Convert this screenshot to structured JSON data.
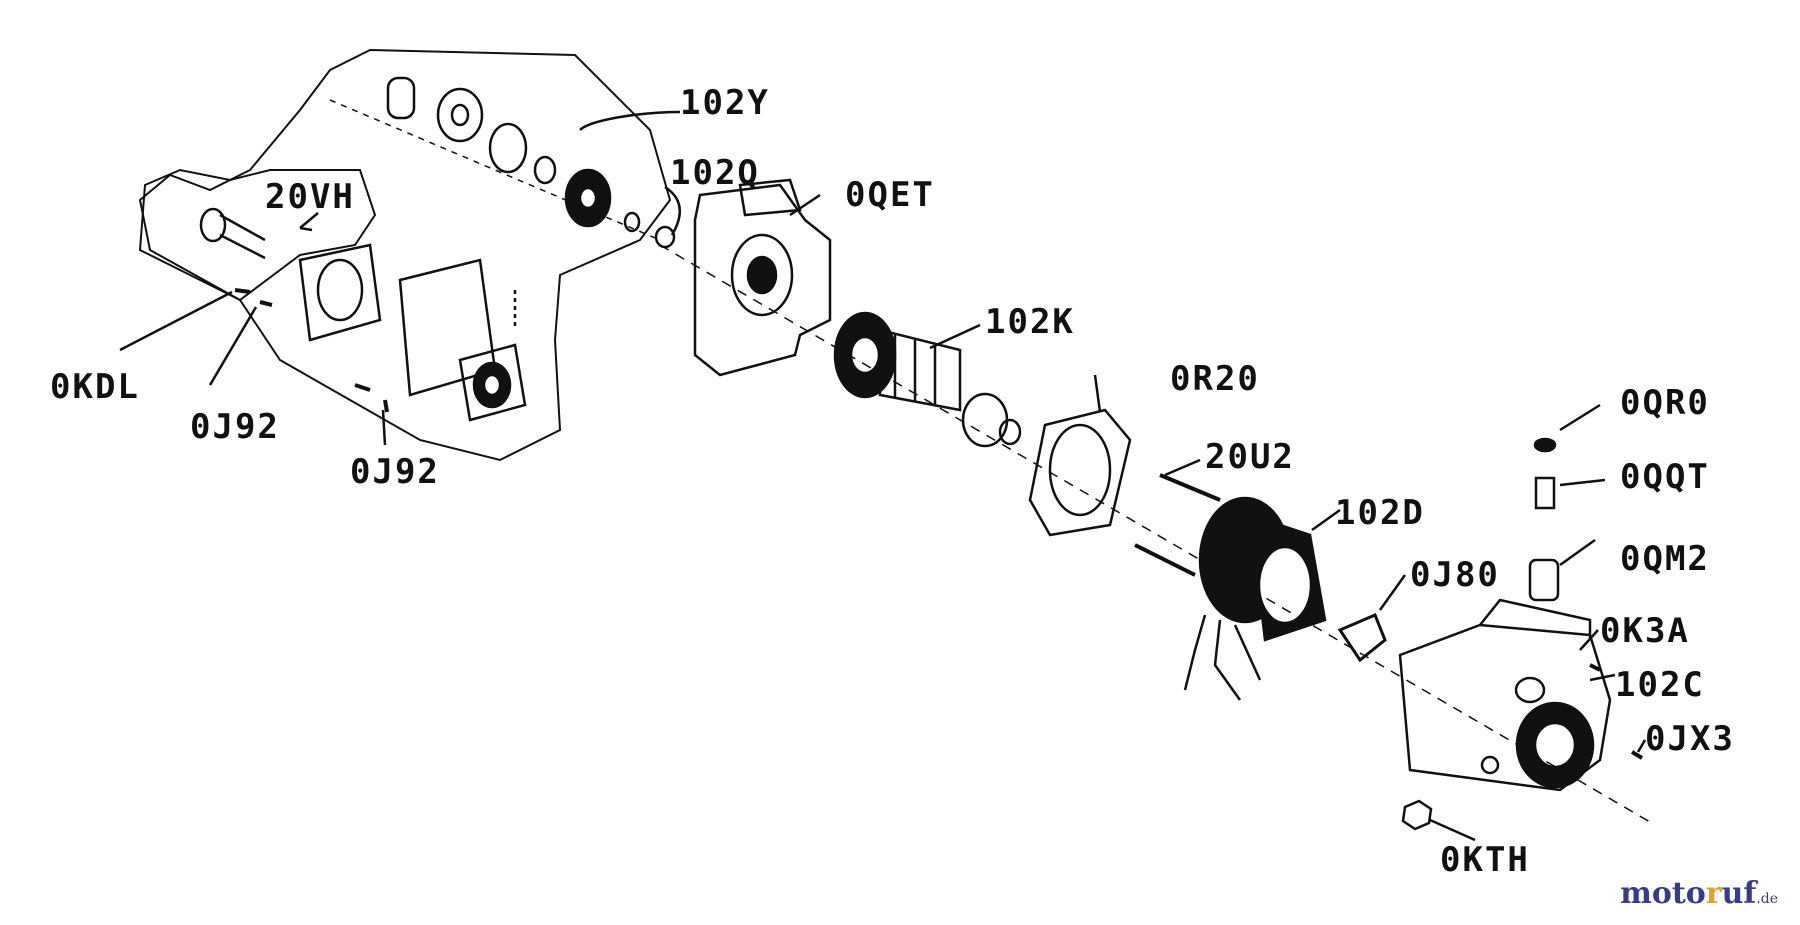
{
  "parts": [
    {
      "id": "102Y"
    },
    {
      "id": "20VH"
    },
    {
      "id": "102Q"
    },
    {
      "id": "0QET"
    },
    {
      "id": "0KDL"
    },
    {
      "id": "0J92"
    },
    {
      "id": "0J92"
    },
    {
      "id": "102K"
    },
    {
      "id": "0R20"
    },
    {
      "id": "20U2"
    },
    {
      "id": "102D"
    },
    {
      "id": "0QR0"
    },
    {
      "id": "0QQT"
    },
    {
      "id": "0QM2"
    },
    {
      "id": "0J80"
    },
    {
      "id": "0K3A"
    },
    {
      "id": "102C"
    },
    {
      "id": "0JX3"
    },
    {
      "id": "0KTH"
    }
  ],
  "watermark": {
    "part1": "moto",
    "part2": "r",
    "part3": "uf",
    "tld": ".de"
  },
  "colors": {
    "ink": "#111111",
    "background": "#ffffff",
    "watermark_blue": "#3a3a8c",
    "watermark_orange": "#e8a020"
  }
}
